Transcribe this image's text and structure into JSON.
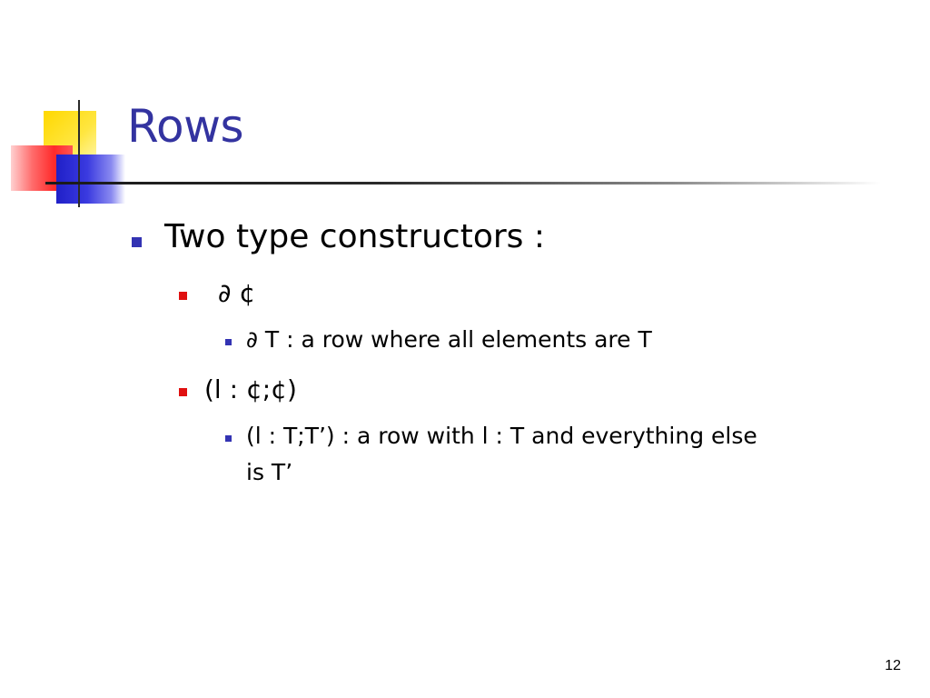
{
  "slide": {
    "title": "Rows",
    "page_number": "12",
    "bullets": [
      {
        "level": 1,
        "text": "Two type constructors :"
      },
      {
        "level": 2,
        "text": "∂ ¢"
      },
      {
        "level": 3,
        "text": "∂ T : a row where all elements are T"
      },
      {
        "level": 2,
        "text": "(l : ¢;¢)"
      },
      {
        "level": 3,
        "text": "(l : T;T’) : a row with l : T and everything else"
      },
      {
        "level": 3,
        "text": "is T’"
      }
    ]
  },
  "colors": {
    "title": "#3333a0",
    "bullet_level1": "#3333b3",
    "bullet_level2": "#e01010",
    "bullet_level3": "#3333b3"
  }
}
